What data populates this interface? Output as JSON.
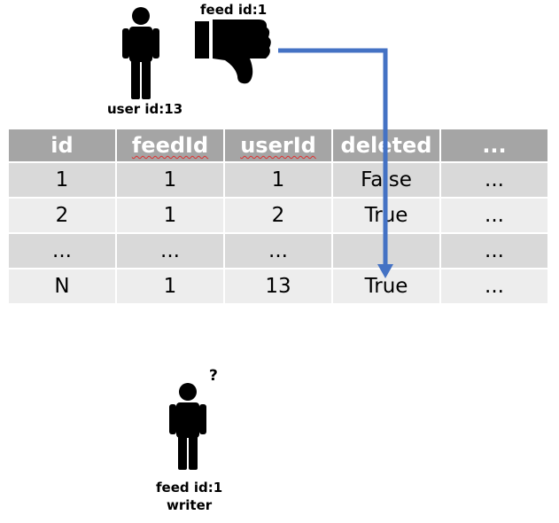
{
  "top": {
    "feed_label": "feed id:1",
    "user_label": "user id:13"
  },
  "table": {
    "headers": [
      "id",
      "feedId",
      "userId",
      "deleted",
      "..."
    ],
    "rows": [
      [
        "1",
        "1",
        "1",
        "False",
        "..."
      ],
      [
        "2",
        "1",
        "2",
        "True",
        "..."
      ],
      [
        "...",
        "...",
        "...",
        "",
        "..."
      ],
      [
        "N",
        "1",
        "13",
        "True",
        "..."
      ]
    ],
    "highlight_color": "#e00000",
    "header_color": "#a5a5a5",
    "arrow_color": "#4472c4"
  },
  "bottom": {
    "question_mark": "?",
    "writer_line1": "feed id:1",
    "writer_line2": "writer"
  },
  "icons": [
    "person-icon",
    "thumbs-down-icon",
    "person-icon"
  ]
}
